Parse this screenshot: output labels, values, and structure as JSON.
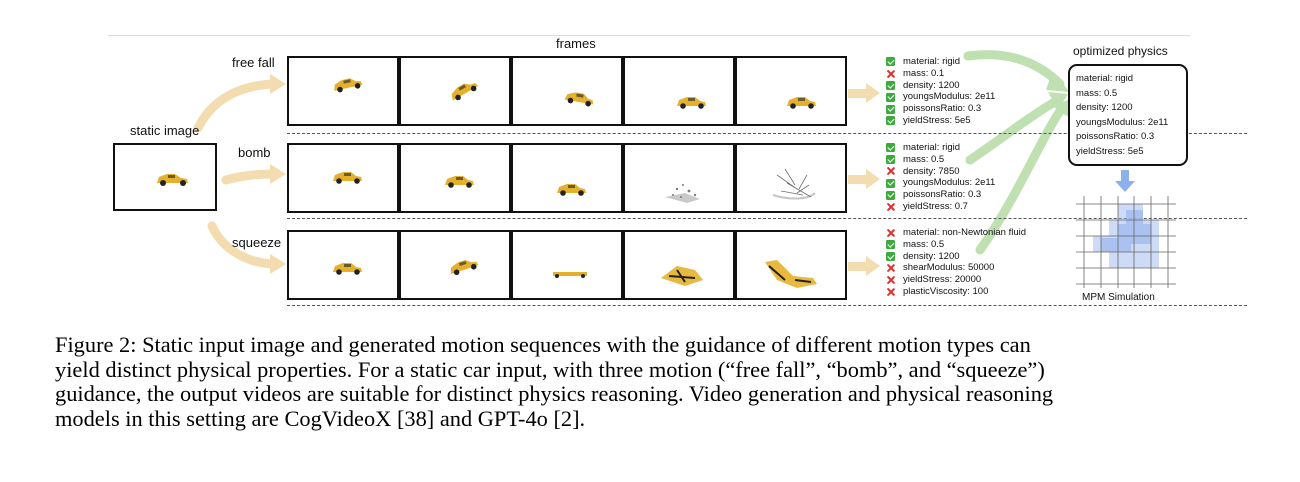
{
  "figure": {
    "frames_heading": "frames",
    "static_label": "static image",
    "rows": [
      {
        "label": "free fall",
        "params": [
          {
            "ok": true,
            "text": "material: rigid"
          },
          {
            "ok": false,
            "text": "mass: 0.1"
          },
          {
            "ok": true,
            "text": "density: 1200"
          },
          {
            "ok": true,
            "text": "youngsModulus: 2e11"
          },
          {
            "ok": true,
            "text": "poissonsRatio: 0.3"
          },
          {
            "ok": true,
            "text": "yieldStress: 5e5"
          }
        ]
      },
      {
        "label": "bomb",
        "params": [
          {
            "ok": true,
            "text": "material: rigid"
          },
          {
            "ok": true,
            "text": "mass: 0.5"
          },
          {
            "ok": false,
            "text": "density: 7850"
          },
          {
            "ok": true,
            "text": "youngsModulus: 2e11"
          },
          {
            "ok": true,
            "text": "poissonsRatio: 0.3"
          },
          {
            "ok": false,
            "text": "yieldStress: 0.7"
          }
        ]
      },
      {
        "label": "squeeze",
        "params": [
          {
            "ok": false,
            "text": "material: non-Newtonian fluid"
          },
          {
            "ok": true,
            "text": "mass: 0.5"
          },
          {
            "ok": true,
            "text": "density: 1200"
          },
          {
            "ok": false,
            "text": "shearModulus: 50000"
          },
          {
            "ok": false,
            "text": "yieldStress: 20000"
          },
          {
            "ok": false,
            "text": "plasticViscosity: 100"
          }
        ]
      }
    ],
    "optimized": {
      "title": "optimized physics",
      "items": [
        "material: rigid",
        "mass: 0.5",
        "density: 1200",
        "youngsModulus: 2e11",
        "poissonsRatio: 0.3",
        "yieldStress: 5e5"
      ]
    },
    "mpm_label": "MPM Simulation",
    "colors": {
      "car": "#e5b12a",
      "arrow_orange": "#f3ddb0",
      "arrow_green": "#bfe0b0",
      "grid_blue": "#9db8ee",
      "arrow_blue": "#8cb0ea",
      "check_green": "#3caa3c",
      "cross_red": "#e03030"
    }
  },
  "caption": {
    "lines": [
      "Figure 2: Static input image and generated motion sequences with the guidance of different motion types can",
      "yield distinct physical properties. For a static car input, with three motion (“free fall”, “bomb”, and “squeeze”)",
      "guidance, the output videos are suitable for distinct physics reasoning. Video generation and physical reasoning",
      "models in this setting are CogVideoX [38] and GPT-4o [2]."
    ]
  }
}
